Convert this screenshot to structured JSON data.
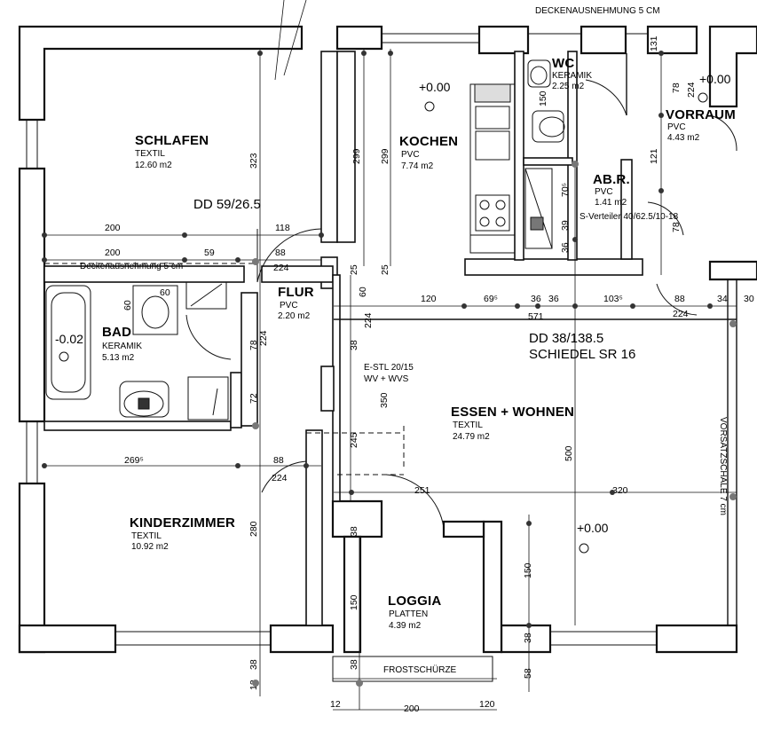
{
  "rooms": {
    "schlafen": {
      "name": "SCHLAFEN",
      "material": "TEXTIL",
      "area": "12.60 m2"
    },
    "kochen": {
      "name": "KOCHEN",
      "material": "PVC",
      "area": "7.74 m2"
    },
    "wc": {
      "name": "WC",
      "material": "KERAMIK",
      "area": "2.25 m2"
    },
    "vorraum": {
      "name": "VORRAUM",
      "material": "PVC",
      "area": "4.43 m2"
    },
    "abr": {
      "name": "AB.R.",
      "material": "PVC",
      "area": "1.41 m2"
    },
    "flur": {
      "name": "FLUR",
      "material": "PVC",
      "area": "2.20 m2"
    },
    "bad": {
      "name": "BAD",
      "material": "KERAMIK",
      "area": "5.13 m2"
    },
    "essen": {
      "name": "ESSEN + WOHNEN",
      "material": "TEXTIL",
      "area": "24.79 m2"
    },
    "kinder": {
      "name": "KINDERZIMMER",
      "material": "TEXTIL",
      "area": "10.92 m2"
    },
    "loggia": {
      "name": "LOGGIA",
      "material": "PLATTEN",
      "area": "4.39 m2"
    }
  },
  "levels": {
    "kochen": "+0.00",
    "vorraum": "+0.00",
    "bad": "-0.02",
    "essen": "+0.00"
  },
  "notes": {
    "deckenausnehmung_top": "DECKENAUSNEHMUNG 5 CM",
    "deckenausnehmung_left": "Deckenausnehmung 5 cm",
    "dd_left": "DD 59/26.5",
    "dd_main": "DD 38/138.5",
    "schiedel": "SCHIEDEL SR 16",
    "estl": "E-STL 20/15",
    "estl2": "WV + WVS",
    "verteiler": "S-Verteiler 40/62.5/10-18",
    "frostschuerze": "FROSTSCHÜRZE",
    "vorsatzschale": "VORSATZSCHALE 7 cm"
  },
  "dims": {
    "d200a": "200",
    "d200b": "200",
    "d118": "118",
    "d59": "59",
    "d88a": "88",
    "d224a": "224",
    "d323": "323",
    "d299a": "299",
    "d299b": "299",
    "d25a": "25",
    "d25b": "25",
    "d60a": "60",
    "d60b": "60",
    "d60c": "60",
    "d224b": "224",
    "d78a": "78",
    "d120": "120",
    "d69": "69⁵",
    "d36a": "36",
    "d36b": "36",
    "d103": "103⁵",
    "d88b": "88",
    "d224c": "224",
    "d34": "34",
    "d30": "30",
    "d571": "571",
    "d78b": "78",
    "d224d": "224",
    "d150a": "150",
    "d121": "121",
    "d70": "70⁵",
    "d39": "39",
    "d36c": "36",
    "d78c": "78",
    "d131": "131",
    "d38a": "38",
    "d224e": "224",
    "d72": "72",
    "d350": "350",
    "d245": "245",
    "d269": "269⁵",
    "d88c": "88",
    "d224f": "224",
    "d251": "251",
    "d320": "320",
    "d500": "500",
    "d280": "280",
    "d38b": "38",
    "d150b": "150",
    "d150c": "150",
    "d38c": "38",
    "d38d": "38",
    "d58": "58",
    "d38e": "38",
    "d200c": "200",
    "d12a": "12",
    "d12b": "12",
    "d120b": "120"
  }
}
